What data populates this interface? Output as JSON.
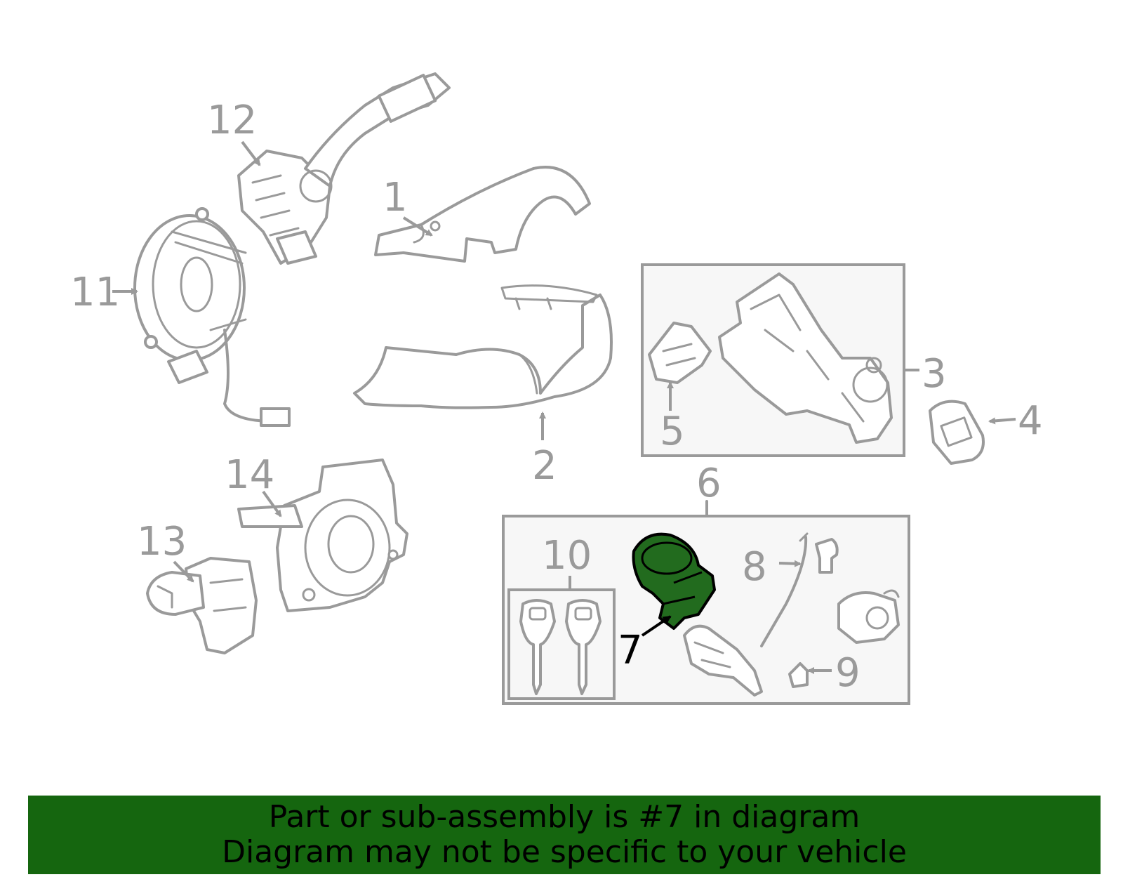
{
  "diagram": {
    "callouts": {
      "c1": "1",
      "c2": "2",
      "c3": "3",
      "c4": "4",
      "c5": "5",
      "c6": "6",
      "c7": "7",
      "c8": "8",
      "c9": "9",
      "c10": "10",
      "c11": "11",
      "c12": "12",
      "c13": "13",
      "c14": "14"
    },
    "highlighted_part": "7",
    "colors": {
      "highlight": "#226b1e",
      "line": "#9a9a9a",
      "banner": "#15660f"
    }
  },
  "banner": {
    "line1": "Part or sub-assembly is #7 in diagram",
    "line2": "Diagram may not be specific to your vehicle"
  }
}
